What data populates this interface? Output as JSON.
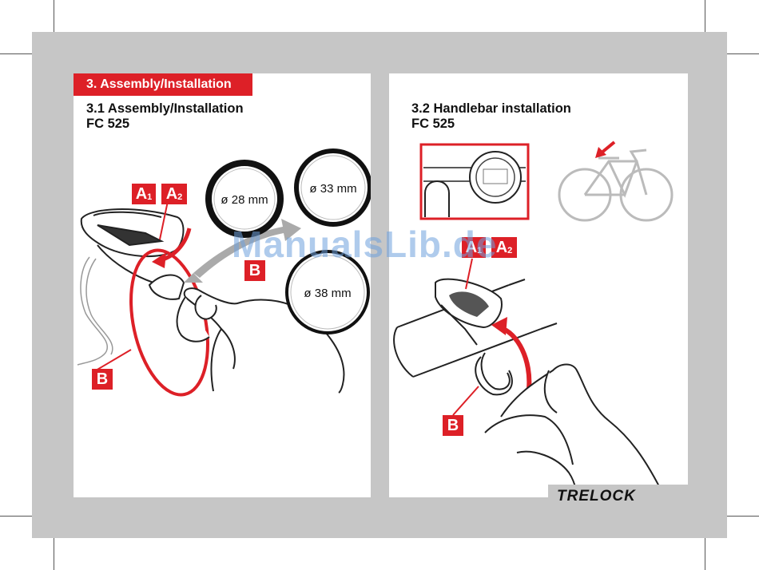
{
  "left_page": {
    "section_title": "3. Assembly/Installation",
    "subheading_line1": "3.1 Assembly/Installation",
    "subheading_line2": "FC 525",
    "labels": {
      "a1": "A",
      "a1_sub": "1",
      "a2": "A",
      "a2_sub": "2",
      "b_center": "B",
      "b_bottom": "B"
    },
    "ring_sizes": [
      "ø 28 mm",
      "ø 33 mm",
      "ø 38 mm"
    ]
  },
  "right_page": {
    "subheading_line1": "3.2  Handlebar installation",
    "subheading_line2": "FC 525",
    "labels": {
      "a1": "A",
      "a1_sub": "1",
      "a2": "A",
      "a2_sub": "2",
      "b": "B"
    }
  },
  "watermark": "ManualsLib.de",
  "brand": "TRELOCK",
  "colors": {
    "accent_red": "#dd2027",
    "frame_grey": "#c6c6c6"
  }
}
